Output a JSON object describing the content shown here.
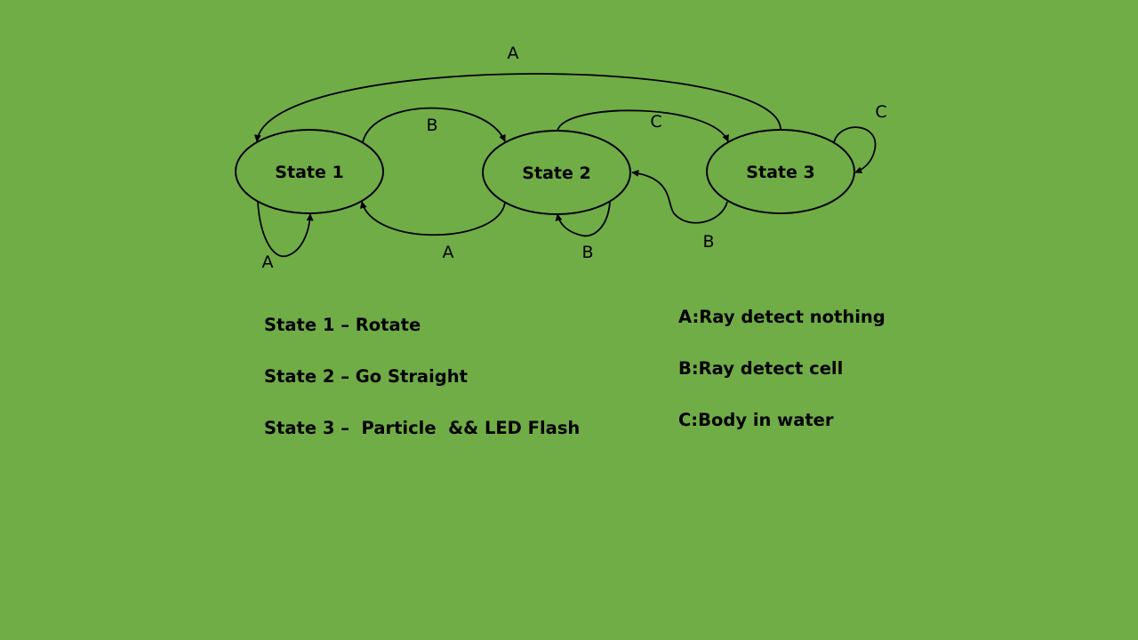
{
  "page": {
    "background_color": "#70AD47"
  },
  "states": [
    {
      "id": "state-1",
      "label": "State 1"
    },
    {
      "id": "state-2",
      "label": "State 2"
    },
    {
      "id": "state-3",
      "label": "State 3"
    }
  ],
  "transitions": [
    {
      "from": "State 3",
      "to": "State 1",
      "label": "A"
    },
    {
      "from": "State 1",
      "to": "State 2",
      "label": "B"
    },
    {
      "from": "State 2",
      "to": "State 3",
      "label": "C"
    },
    {
      "from": "State 3",
      "to": "State 3",
      "label": "C"
    },
    {
      "from": "State 1",
      "to": "State 1",
      "label": "A"
    },
    {
      "from": "State 2",
      "to": "State 1",
      "label": "A"
    },
    {
      "from": "State 2",
      "to": "State 2",
      "label": "B"
    },
    {
      "from": "State 3",
      "to": "State 2",
      "label": "B"
    }
  ],
  "state_legend": [
    "State 1 – Rotate",
    "State 2 – Go Straight",
    "State 3 –  Particle  && LED Flash"
  ],
  "condition_legend": [
    "A:Ray detect nothing",
    "B:Ray detect cell",
    "C:Body in water"
  ]
}
